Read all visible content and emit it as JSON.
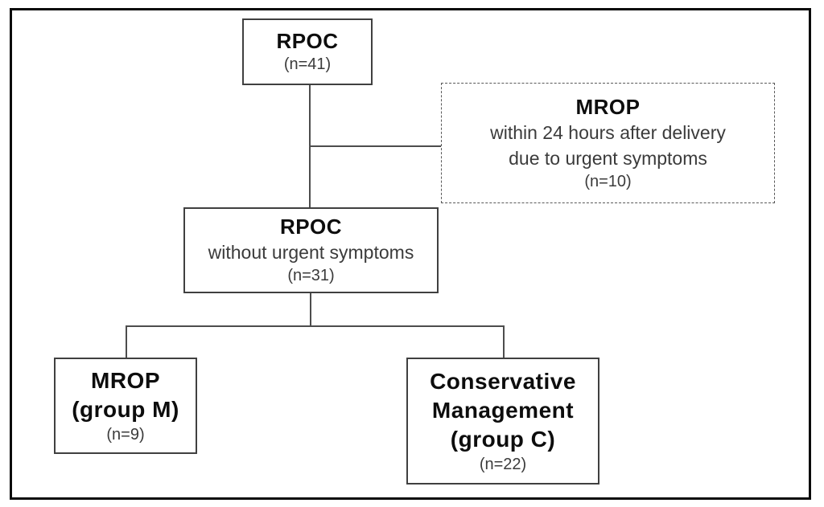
{
  "diagram": {
    "type": "flowchart",
    "nodes": {
      "top": {
        "title": "RPOC",
        "n": "(n=41)"
      },
      "side": {
        "title": "MROP",
        "body1": "within 24 hours after delivery",
        "body2": "due to urgent symptoms",
        "n": "(n=10)"
      },
      "middle": {
        "title": "RPOC",
        "body1": "without urgent symptoms",
        "n": "(n=31)"
      },
      "left": {
        "title": "MROP",
        "subtitle": "(group M)",
        "n": "(n=9)"
      },
      "right": {
        "title1": "Conservative",
        "title2": "Management",
        "subtitle": "(group C)",
        "n": "(n=22)"
      }
    },
    "edges": [
      {
        "from": "top",
        "to": "middle",
        "style": "solid"
      },
      {
        "from": "top-middle-connector",
        "to": "side",
        "style": "solid"
      },
      {
        "from": "middle",
        "to": "left",
        "style": "solid"
      },
      {
        "from": "middle",
        "to": "right",
        "style": "solid"
      }
    ],
    "colors": {
      "background": "#ffffff",
      "outer_border": "#0a0a0a",
      "box_border": "#404040",
      "dashed_box_border": "#595959",
      "connector": "#4d4d4d",
      "title_text": "#0d0d0d",
      "body_text": "#3b3b3b"
    }
  }
}
